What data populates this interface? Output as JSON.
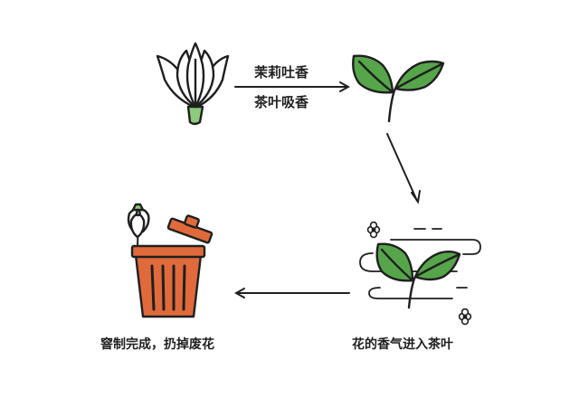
{
  "diagram": {
    "labels": {
      "absorb_top": "茉莉吐香",
      "absorb_bottom": "茶叶吸香",
      "infused": "花的香气进入茶叶",
      "finished": "窨制完成，扔掉废花"
    }
  },
  "colors": {
    "outline": "#1f1f1f",
    "leaf_green": "#56a54a",
    "stem_green": "#8fc97c",
    "bin_orange": "#e06a3b"
  },
  "icons": [
    "jasmine-flower-icon",
    "tea-leaves-icon",
    "infused-tea-leaves-icon",
    "trash-bin-icon",
    "wilted-flower-icon"
  ]
}
